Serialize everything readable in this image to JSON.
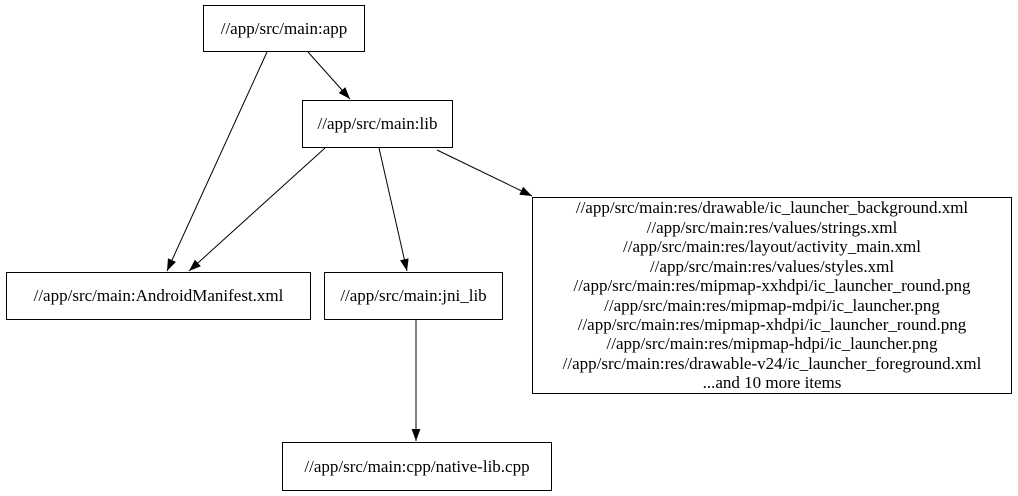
{
  "diagram": {
    "kind": "build-dependency-graph",
    "colors": {
      "background": "#ffffff",
      "node_border": "#000000",
      "text": "#000000",
      "edge": "#000000"
    },
    "nodes": {
      "app": {
        "label": "//app/src/main:app"
      },
      "lib": {
        "label": "//app/src/main:lib"
      },
      "manifest": {
        "label": "//app/src/main:AndroidManifest.xml"
      },
      "jni_lib": {
        "label": "//app/src/main:jni_lib"
      },
      "resources": {
        "lines": [
          "//app/src/main:res/drawable/ic_launcher_background.xml",
          "//app/src/main:res/values/strings.xml",
          "//app/src/main:res/layout/activity_main.xml",
          "//app/src/main:res/values/styles.xml",
          "//app/src/main:res/mipmap-xxhdpi/ic_launcher_round.png",
          "//app/src/main:res/mipmap-mdpi/ic_launcher.png",
          "//app/src/main:res/mipmap-xhdpi/ic_launcher_round.png",
          "//app/src/main:res/mipmap-hdpi/ic_launcher.png",
          "//app/src/main:res/drawable-v24/ic_launcher_foreground.xml",
          "...and 10 more items"
        ]
      },
      "native_cpp": {
        "label": "//app/src/main:cpp/native-lib.cpp"
      }
    },
    "edges": [
      {
        "from": "app",
        "to": "lib"
      },
      {
        "from": "app",
        "to": "manifest"
      },
      {
        "from": "lib",
        "to": "manifest"
      },
      {
        "from": "lib",
        "to": "jni_lib"
      },
      {
        "from": "lib",
        "to": "resources"
      },
      {
        "from": "jni_lib",
        "to": "native_cpp"
      }
    ]
  }
}
